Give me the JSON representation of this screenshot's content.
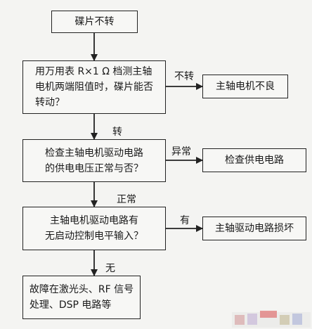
{
  "flow": {
    "start": "碟片不转",
    "step1": [
      "用万用表 R×1 Ω 档测主轴",
      "电机两端阻值时，碟片能否",
      "转动？"
    ],
    "step1_no": "不转",
    "result1": "主轴电机不良",
    "step1_yes": "转",
    "step2": [
      "检查主轴电机驱动电路",
      "的供电电压正常与否？"
    ],
    "step2_abnormal": "异常",
    "result2": "检查供电电路",
    "step2_normal": "正常",
    "step3": [
      "主轴电机驱动电路有",
      "无启动控制电平输入？"
    ],
    "step3_yes": "有",
    "result3": "主轴驱动电路损坏",
    "step3_no": "无",
    "step4": [
      "故障在激光头、RF 信号",
      "处理、DSP 电路等"
    ]
  },
  "colors": {
    "line": "#222222",
    "box_bg": "#f7f7f5",
    "page_bg": "#f4f4f2"
  }
}
